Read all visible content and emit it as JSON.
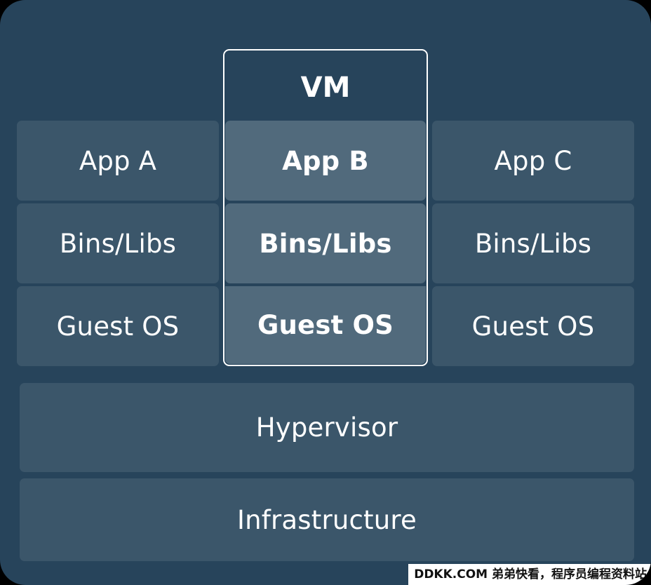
{
  "vm": {
    "label": "VM"
  },
  "columns": [
    {
      "app": "App A",
      "bins": "Bins/Libs",
      "guest_os": "Guest OS"
    },
    {
      "app": "App B",
      "bins": "Bins/Libs",
      "guest_os": "Guest OS"
    },
    {
      "app": "App C",
      "bins": "Bins/Libs",
      "guest_os": "Guest OS"
    }
  ],
  "hypervisor": "Hypervisor",
  "infrastructure": "Infrastructure",
  "watermark": "DDKK.COM 弟弟快看，程序员编程资料站",
  "colors": {
    "background": "#27445b",
    "block": "#3b566a",
    "block_highlight": "#516a7c",
    "text": "#ffffff",
    "vm_border": "#ffffff"
  }
}
